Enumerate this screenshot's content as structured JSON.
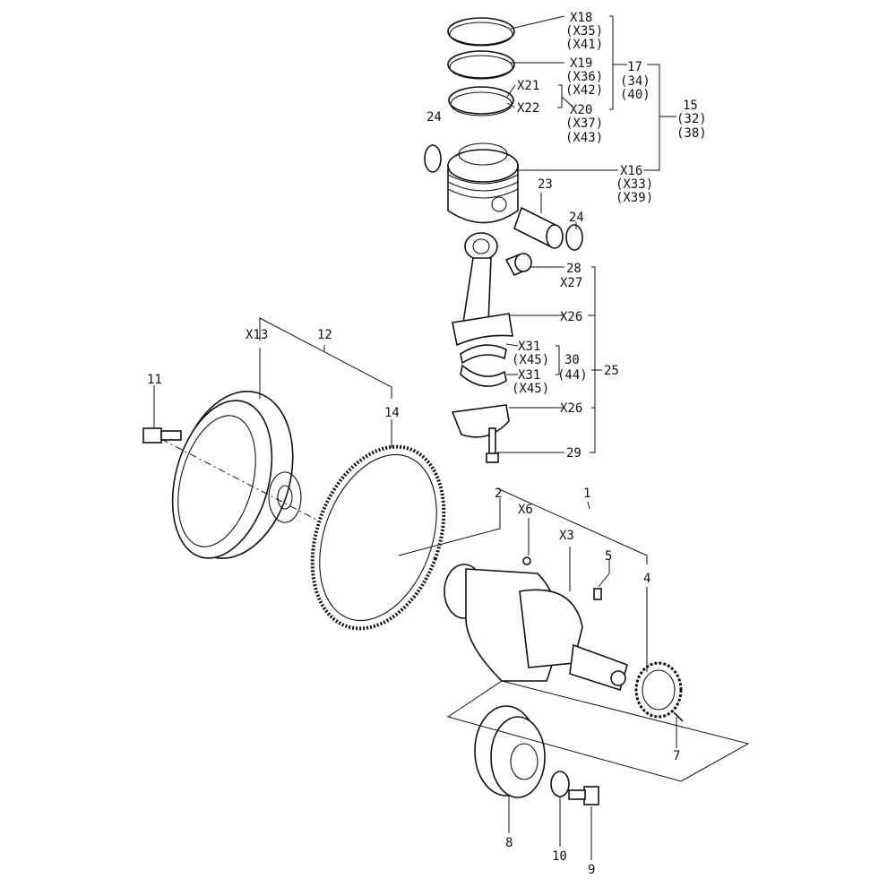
{
  "diagram": {
    "title_visible": false,
    "labels": {
      "x18": "X18",
      "x35": "(X35)",
      "x41": "(X41)",
      "x19": "X19",
      "x36": "(X36)",
      "x42": "(X42)",
      "x21": "X21",
      "x22": "X22",
      "x20": "X20",
      "x37": "(X37)",
      "x43": "(X43)",
      "p17": "17",
      "p34": "(34)",
      "p40": "(40)",
      "p15": "15",
      "p32": "(32)",
      "p38": "(38)",
      "x16": "X16",
      "x33": "(X33)",
      "x39": "(X39)",
      "p24a": "24",
      "p23": "23",
      "p24b": "24",
      "p28": "28",
      "x27": "X27",
      "x26a": "X26",
      "x31a": "X31",
      "x45a": "(X45)",
      "p30": "30",
      "p44": "(44)",
      "x31b": "X31",
      "x45b": "(X45)",
      "p25": "25",
      "x26b": "X26",
      "p29": "29",
      "x13": "X13",
      "p12": "12",
      "p11": "11",
      "p14": "14",
      "p2": "2",
      "p1": "1",
      "x6": "X6",
      "x3": "X3",
      "p5": "5",
      "p4": "4",
      "p7": "7",
      "p8": "8",
      "p10": "10",
      "p9": "9"
    }
  }
}
